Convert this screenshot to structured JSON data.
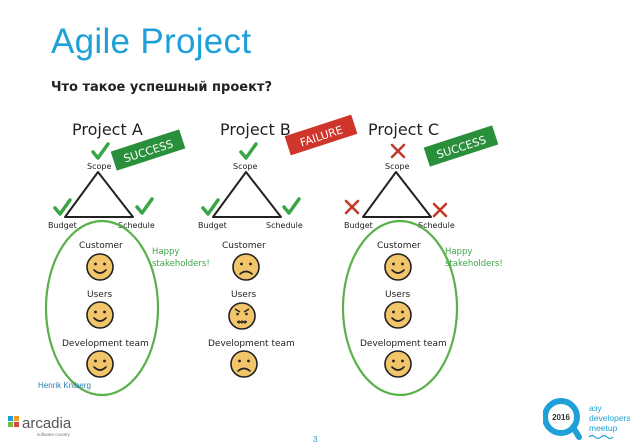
{
  "slide": {
    "title": "Agile Project",
    "subtitle": "Что такое успешный проект?",
    "page_number": "3",
    "author": "Henrik Kniberg"
  },
  "projects": [
    {
      "name": "Project A",
      "stamp": "SUCCESS",
      "stamp_color": "#2a8f3a",
      "scope": "Scope",
      "budget": "Budget",
      "schedule": "Schedule",
      "marks": {
        "scope": "check",
        "budget": "check",
        "schedule": "check"
      },
      "happy_label": "Happy stakeholders!"
    },
    {
      "name": "Project B",
      "stamp": "FAILURE",
      "stamp_color": "#d0352b",
      "scope": "Scope",
      "budget": "Budget",
      "schedule": "Schedule",
      "marks": {
        "scope": "check",
        "budget": "check",
        "schedule": "check"
      },
      "happy_label": ""
    },
    {
      "name": "Project C",
      "stamp": "SUCCESS",
      "stamp_color": "#2a8f3a",
      "scope": "Scope",
      "budget": "Budget",
      "schedule": "Schedule",
      "marks": {
        "scope": "cross",
        "budget": "cross",
        "schedule": "cross"
      },
      "happy_label": "Happy stakeholders!"
    }
  ],
  "stakeholders": {
    "customer": "Customer",
    "users": "Users",
    "team": "Development team"
  },
  "logos": {
    "left_brand": "arcadia",
    "left_tagline": "software country",
    "right_year": "2016",
    "right_line1": "азу",
    "right_line2": "developers",
    "right_line3": "meetup"
  },
  "colors": {
    "accent": "#1fa0d8",
    "success": "#2a8f3a",
    "failure": "#d0352b",
    "check": "#3aa547",
    "cross": "#c0392b",
    "face": "#f2c56a",
    "ring": "#5ab04a"
  }
}
